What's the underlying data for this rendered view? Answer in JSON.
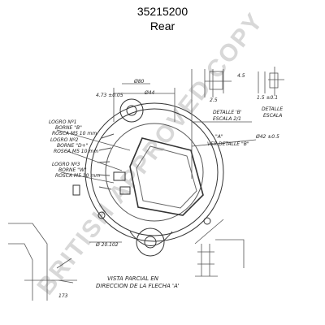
{
  "header": {
    "part_number": "35215200",
    "view_label": "Rear"
  },
  "watermark": "BRITISH APPROVED COPY",
  "annotations": {
    "dim_top_1": "Ø80",
    "dim_top_2": "Ø44",
    "dim_top_3": "4.73 ±0.05",
    "detail_b_title": "DETALLE 'B'",
    "detail_b_scale": "ESCALA 2/1",
    "detail_right_title": "DETALLE",
    "detail_right_scale": "ESCALA",
    "dim_d1": "2.5",
    "dim_d2": "4.5",
    "dim_d3": "1.5 ±0.1",
    "section_a": "\"A\"",
    "section_a_note": "VER DETALLE \"B\"",
    "dim_right": "Ø42 ±0.5",
    "note_1_a": "LOGRO Nº1",
    "note_1_b": "BORNE \"B\"",
    "note_1_c": "ROSCA M5 10 mm",
    "note_2_a": "LOGRO Nº2",
    "note_2_b": "BORNE \"D+\"",
    "note_2_c": "ROSCA M5 10 mm",
    "note_3_a": "LOGRO Nº3",
    "note_3_b": "BORNE \"W\"",
    "note_3_c": "ROSCA M5 10 mm",
    "dim_bottom": "Ø 20.102",
    "caption_1": "VISTA PARCIAL EN",
    "caption_2": "DIRECCION DE LA FLECHA 'A'",
    "dim_footer": "173"
  }
}
